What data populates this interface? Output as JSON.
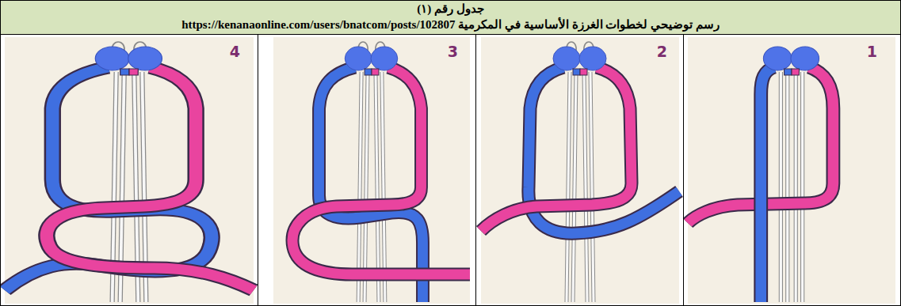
{
  "diagram": {
    "title": "جدول رقم (١)",
    "caption": "رسم توضيحي لخطوات الغرزة الأساسية في المكرمية https://kenanaonline.com/users/bnatcom/posts/102807",
    "nodes": [
      {
        "text": [
          "1"
        ]
      },
      {
        "text": [
          "2"
        ]
      },
      {
        "text": [
          "3"
        ]
      },
      {
        "text": [
          "4"
        ]
      }
    ]
  }
}
